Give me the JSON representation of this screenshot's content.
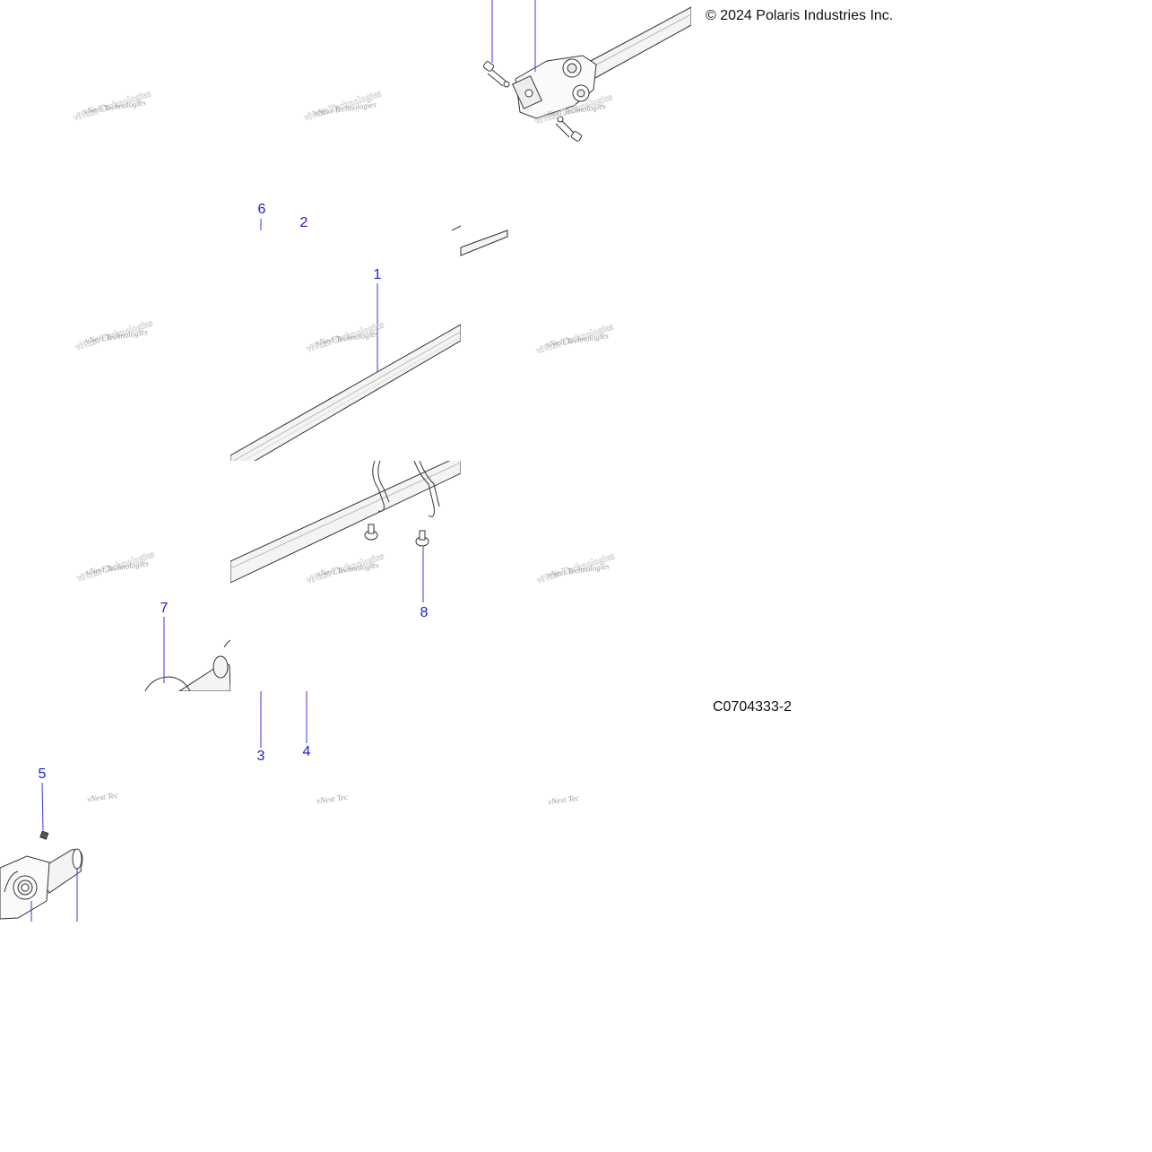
{
  "copyright": "© 2024 Polaris Industries Inc.",
  "drawing_id": "C0704333-2",
  "watermark": "vNext Technologies",
  "watermark_cut": "vNext Tec",
  "callouts": [
    "1",
    "2",
    "3",
    "4",
    "5",
    "6",
    "7",
    "8"
  ],
  "colors": {
    "callout": "#1a1ad6",
    "leader": "#3a3ae0",
    "line": "#333333",
    "shaft_fill": "#f4f4f4",
    "watermark": "#8a8a8a"
  }
}
